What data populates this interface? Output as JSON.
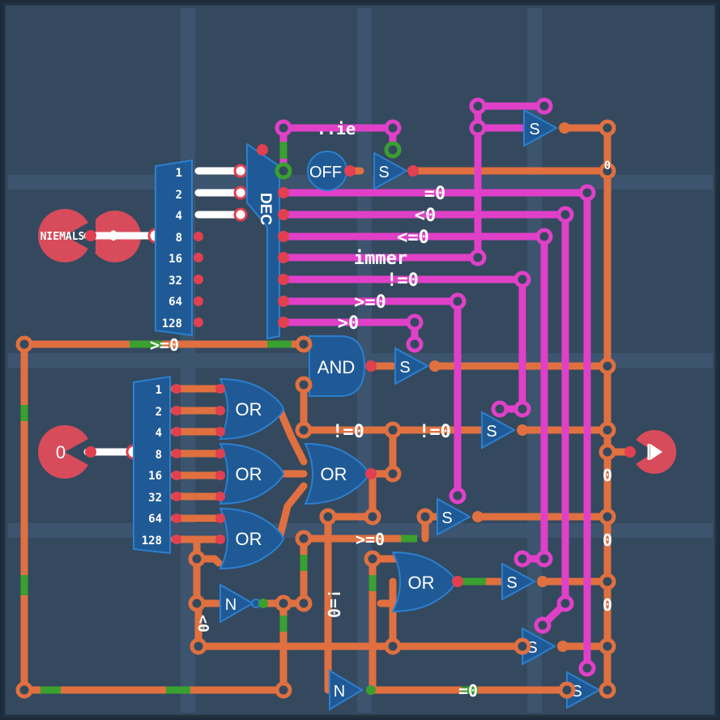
{
  "colors": {
    "background": "#34495e",
    "grid": "#3d5570",
    "gate_fill": "#1f5a96",
    "gate_stroke": "#2c7fd0",
    "wire_orange": "#e07040",
    "wire_magenta": "#e040c8",
    "wire_active": "#3aa030",
    "pin": "#e04050",
    "io": "#d84b5a",
    "white": "#ffffff"
  },
  "input_top": {
    "label": "NIEMALS",
    "value": "0"
  },
  "input_bottom": {
    "label": "0"
  },
  "output": {
    "icon": "play-icon"
  },
  "splitter_top": {
    "bits": [
      "1",
      "2",
      "4",
      "8",
      "16",
      "32",
      "64",
      "128"
    ]
  },
  "splitter_bottom": {
    "bits": [
      "1",
      "2",
      "4",
      "8",
      "16",
      "32",
      "64",
      "128"
    ]
  },
  "decoder": {
    "label": "DEC"
  },
  "off_button": {
    "label": "OFF"
  },
  "gates": {
    "and1": "AND",
    "or1": "OR",
    "or2": "OR",
    "or3": "OR",
    "or4": "OR",
    "or5": "OR",
    "not1": "N",
    "not2": "N",
    "s1": "S",
    "s2": "S",
    "s3": "S",
    "s4": "S",
    "s5": "S",
    "s6": "S",
    "s7": "S",
    "s8": "S"
  },
  "wire_labels": {
    "nie": "..ie",
    "eq0": "=0",
    "lt0": "<0",
    "le0": "<=0",
    "immer": "immer",
    "ne0": "!=0",
    "ge0": ">=0",
    "gt0": ">0",
    "ge0_left": ">=0",
    "ne0_a": "!=0",
    "ne0_b": "!=0",
    "ge0_mid": ">=0",
    "ne0_vert": "!=0",
    "lt0_vert": "<0",
    "eq0_bottom": "=0",
    "zero_a": "0",
    "zero_b": "0",
    "zero_c": "0",
    "zero_d": "0"
  }
}
